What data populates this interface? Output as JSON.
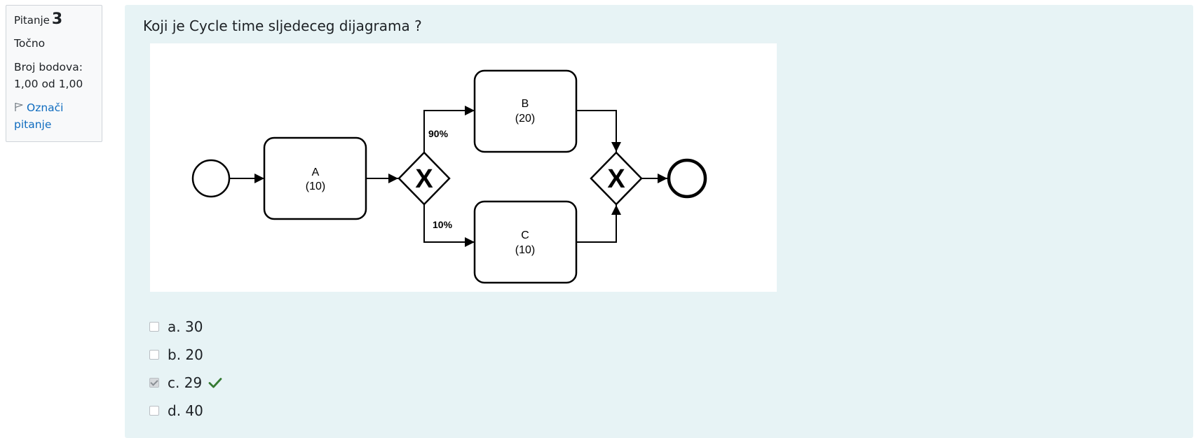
{
  "info": {
    "question_label": "Pitanje",
    "question_number": "3",
    "state": "Točno",
    "grade_label": "Broj bodova:",
    "grade_value": "1,00 od 1,00",
    "flag_line1": "Označi",
    "flag_line2": "pitanje"
  },
  "question": {
    "text": "Koji je Cycle time sljedeceg dijagrama ?"
  },
  "diagram": {
    "tasks": [
      {
        "id": "A",
        "label": "A",
        "duration": "(10)"
      },
      {
        "id": "B",
        "label": "B",
        "duration": "(20)"
      },
      {
        "id": "C",
        "label": "C",
        "duration": "(10)"
      }
    ],
    "gateway_symbol": "X",
    "branch_top_probability": "90%",
    "branch_bottom_probability": "10%"
  },
  "answers": [
    {
      "letter": "a.",
      "value": "30",
      "checked": false,
      "correct": false
    },
    {
      "letter": "b.",
      "value": "20",
      "checked": false,
      "correct": false
    },
    {
      "letter": "c.",
      "value": "29",
      "checked": true,
      "correct": true
    },
    {
      "letter": "d.",
      "value": "40",
      "checked": false,
      "correct": false
    }
  ],
  "colors": {
    "panel_bg": "#e7f3f5",
    "info_bg": "#f8f9fa",
    "link": "#0f6cbf",
    "correct_check": "#357a32"
  }
}
